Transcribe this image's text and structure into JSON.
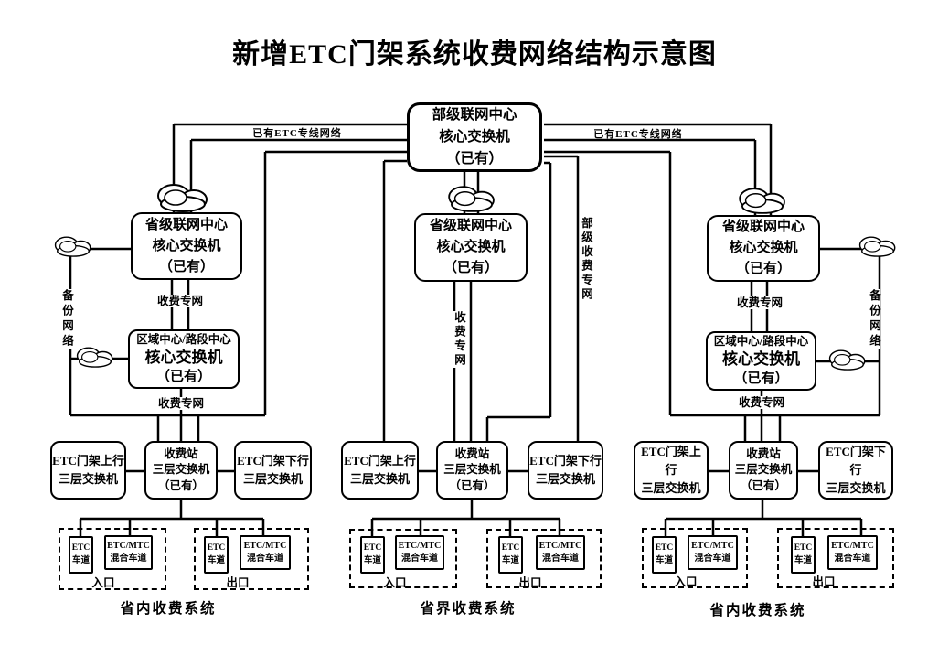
{
  "title": "新增ETC门架系统收费网络结构示意图",
  "nodes": {
    "ministry_core_switch": {
      "line1": "部级联网中心",
      "line2": "核心交换机",
      "line3": "（已有）"
    },
    "provincial_core_switch": {
      "line1": "省级联网中心",
      "line2": "核心交换机",
      "line3": "（已有）"
    },
    "regional_core_switch": {
      "line1": "区域中心/路段中心",
      "line2": "核心交换机",
      "line3": "（已有）"
    },
    "station_l3_switch": {
      "line1": "收费站",
      "line2": "三层交换机",
      "line3": "（已有）"
    },
    "gantry_up_l3_switch": {
      "line1": "ETC门架上行",
      "line2": "三层交换机"
    },
    "gantry_down_l3_switch": {
      "line1": "ETC门架下行",
      "line2": "三层交换机"
    },
    "etc_lane": {
      "line1": "ETC",
      "line2": "车道"
    },
    "mixed_lane": {
      "line1": "ETC/MTC",
      "line2": "混合车道"
    }
  },
  "network_labels": {
    "existing_etc_line": "已有ETC专线网络",
    "backup_network": "备份网络",
    "toll_network": "收费专网",
    "ministry_toll_network": "部级收费专网"
  },
  "gate_labels": {
    "entrance": "入口",
    "exit": "出口"
  },
  "system_labels": {
    "left": "省内收费系统",
    "center": "省界收费系统",
    "right": "省内收费系统"
  },
  "colors": {
    "line": "#000000",
    "background": "#ffffff"
  }
}
